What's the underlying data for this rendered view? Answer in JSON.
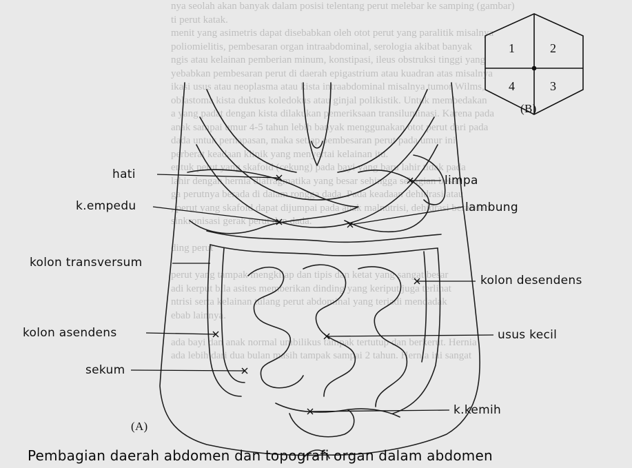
{
  "background_text": [
    "nya seolah akan banyak dalam posisi telentang perut melebar ke samping (gambar)",
    "ti perut katak.",
    "menit yang asimetris dapat disebabkan oleh otot perut yang paralitik misalnya",
    "poliomielitis, pembesaran organ intraabdominal, serologia akibat banyak",
    "ngis atau kelainan pemberian minum, konstipasi, ileus obstruksi tinggi yang",
    "yebabkan pembesaran perut di daerah epigastrium atau kuadran atas misalnya",
    "ikasi usus atau neoplasma atau kista intraabdominal misalnya tumor Wilms,",
    "oblastoma kista duktus koledokus atau ginjal polikistik. Untuk membedakan",
    "a yang padat dengan kista dilakukan pemeriksaan transiluminasi. Karena pada",
    "anak sampai umur 4-5 tahun lebih banyak menggunakan otot perut dari pada",
    "dada untuk pernapasan, maka setiap pembesaran perut pada umur ini",
    "perberat keadaan klinik yang menyertai kelainan itu.",
    "entuk perut yang skafoid (cekung) pada bayi yang baru lahir tidak pada",
    "lahir dengan hernia diafragmatika yang besar sehingga sebagian besar",
    "ga perutnya berada di dalam rongga dada. Pada keadaan dehidrasi atau",
    ", perut yang skafoid dapat dijumpai pada anak malnutrisi, dehidrasi berat dan",
    "sinkronisasi gerak perut dan dada.",
    "",
    "ding perut",
    "",
    "perut yang tampak mengkilap dan tipis dan ketat yang sangat besar",
    "adi kerput bila asites memberikan dinding yang keriput juga terlihat",
    "ntrisi serta kelainan tulang perut abdominal yang terjadi mendadak",
    "ebab lainnya.",
    "",
    "ada bayi dan anak normal umbilikus tampak tertutup dan berkerut. Hernia",
    "ada lebih dari dua bulan masih tampak sampai 2 tahun. Hernia ini sangat"
  ],
  "labels": {
    "hati": "hati",
    "limpa": "limpa",
    "k_empedu": "k.empedu",
    "lambung": "lambung",
    "kolon_transversum": "kolon transversum",
    "kolon_desendens": "kolon desendens",
    "kolon_asendens": "kolon asendens",
    "usus_kecil": "usus kecil",
    "sekum": "sekum",
    "k_kemih": "k.kemih",
    "panel_a": "(A)",
    "panel_b": "(B)"
  },
  "quadrants": [
    "1",
    "2",
    "3",
    "4"
  ],
  "caption": "Pembagian daerah abdomen dan topografi organ dalam abdomen"
}
